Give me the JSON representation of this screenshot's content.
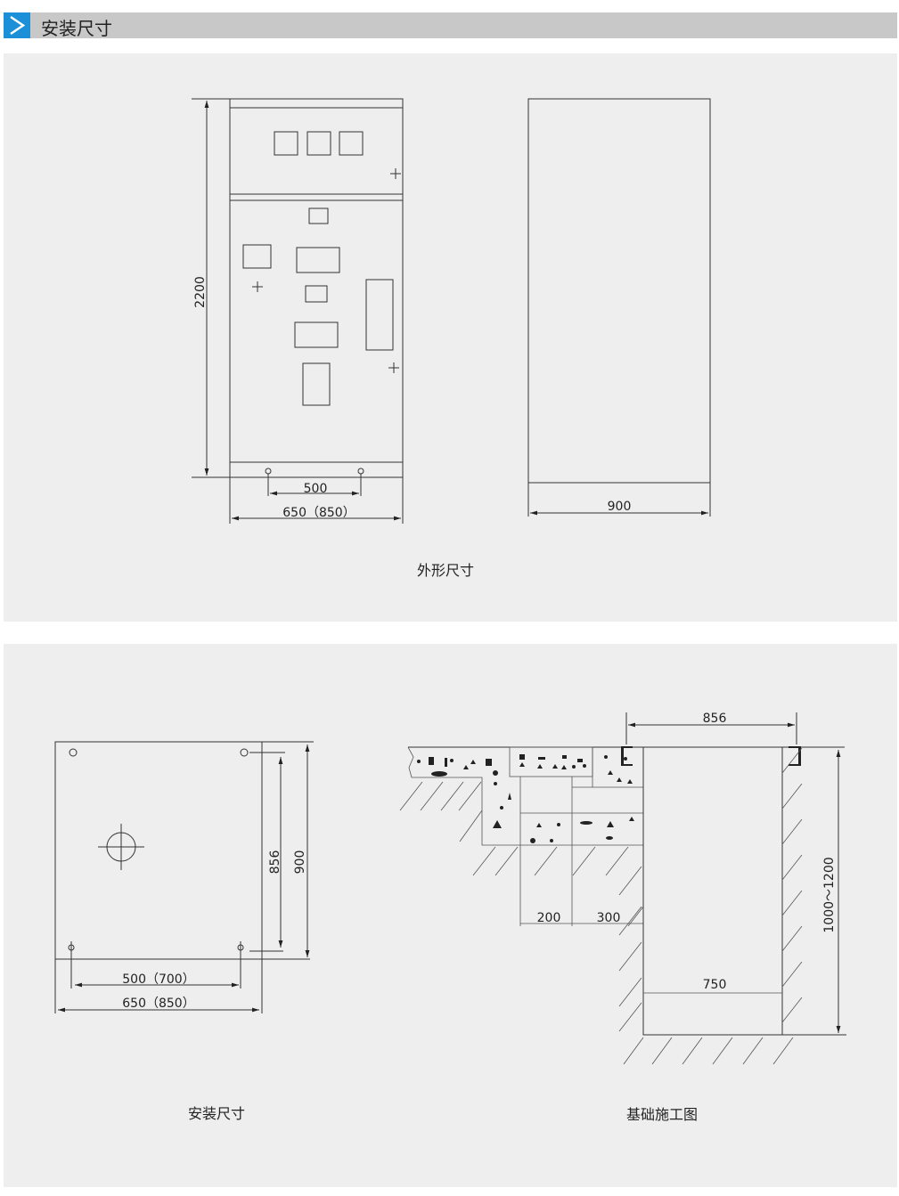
{
  "header": {
    "title": "安装尺寸",
    "icon": "chevron-right-icon",
    "accent": "#1b8fd8"
  },
  "outline": {
    "caption": "外形尺寸",
    "height": "2200",
    "hole_spacing": "500",
    "width": "650（850）",
    "depth": "900"
  },
  "mounting": {
    "caption": "安装尺寸",
    "inner_depth": "856",
    "outer_depth": "900",
    "hole_spacing": "500（700）",
    "width": "650（850）"
  },
  "foundation": {
    "caption": "基础施工图",
    "span": "856",
    "dim_a": "200",
    "dim_b": "300",
    "pit_width": "750",
    "pit_depth": "1000～1200"
  }
}
